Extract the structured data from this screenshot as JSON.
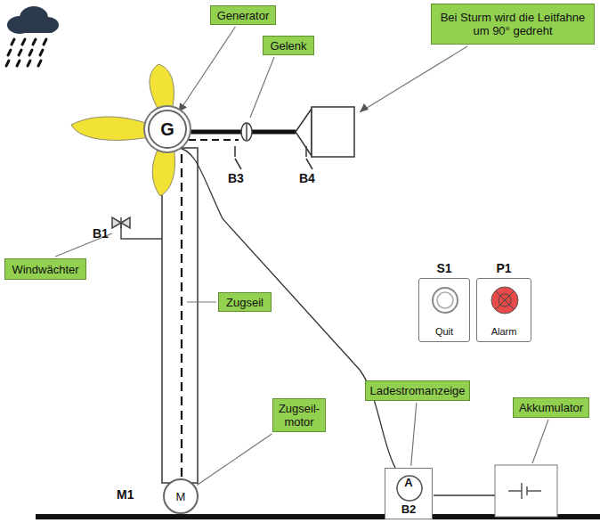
{
  "diagram": {
    "nodes": [
      {
        "text": [
          "Generator"
        ]
      },
      {
        "text": [
          "Bei Sturm wird die Leitfahne um 90° gedreht"
        ]
      },
      {
        "text": [
          "Gelenk"
        ]
      },
      {
        "text": [
          "G"
        ]
      },
      {
        "text": [
          "Windwächter"
        ]
      },
      {
        "text": [
          "Zugseil"
        ]
      },
      {
        "text": [
          "S1",
          "Quit"
        ]
      },
      {
        "text": [
          "P1",
          "Alarm"
        ]
      },
      {
        "text": [
          "Zugseil- motor"
        ]
      },
      {
        "text": [
          "Ladestromanzeige"
        ]
      },
      {
        "text": [
          "Akkumulator"
        ]
      },
      {
        "text": [
          "M"
        ]
      },
      {
        "text": [
          "A",
          "B2"
        ]
      }
    ],
    "edges": [
      {
        "from": 0,
        "to": 3,
        "arrow": "to"
      },
      {
        "from": 3,
        "to": 11,
        "arrow": "none"
      },
      {
        "from": 3,
        "to": 12,
        "arrow": "none"
      },
      {
        "from": 8,
        "to": 11,
        "arrow": "none"
      },
      {
        "from": 9,
        "to": 12,
        "arrow": "none"
      }
    ],
    "labels": [
      "B3",
      "B4",
      "B1",
      "M1"
    ]
  }
}
